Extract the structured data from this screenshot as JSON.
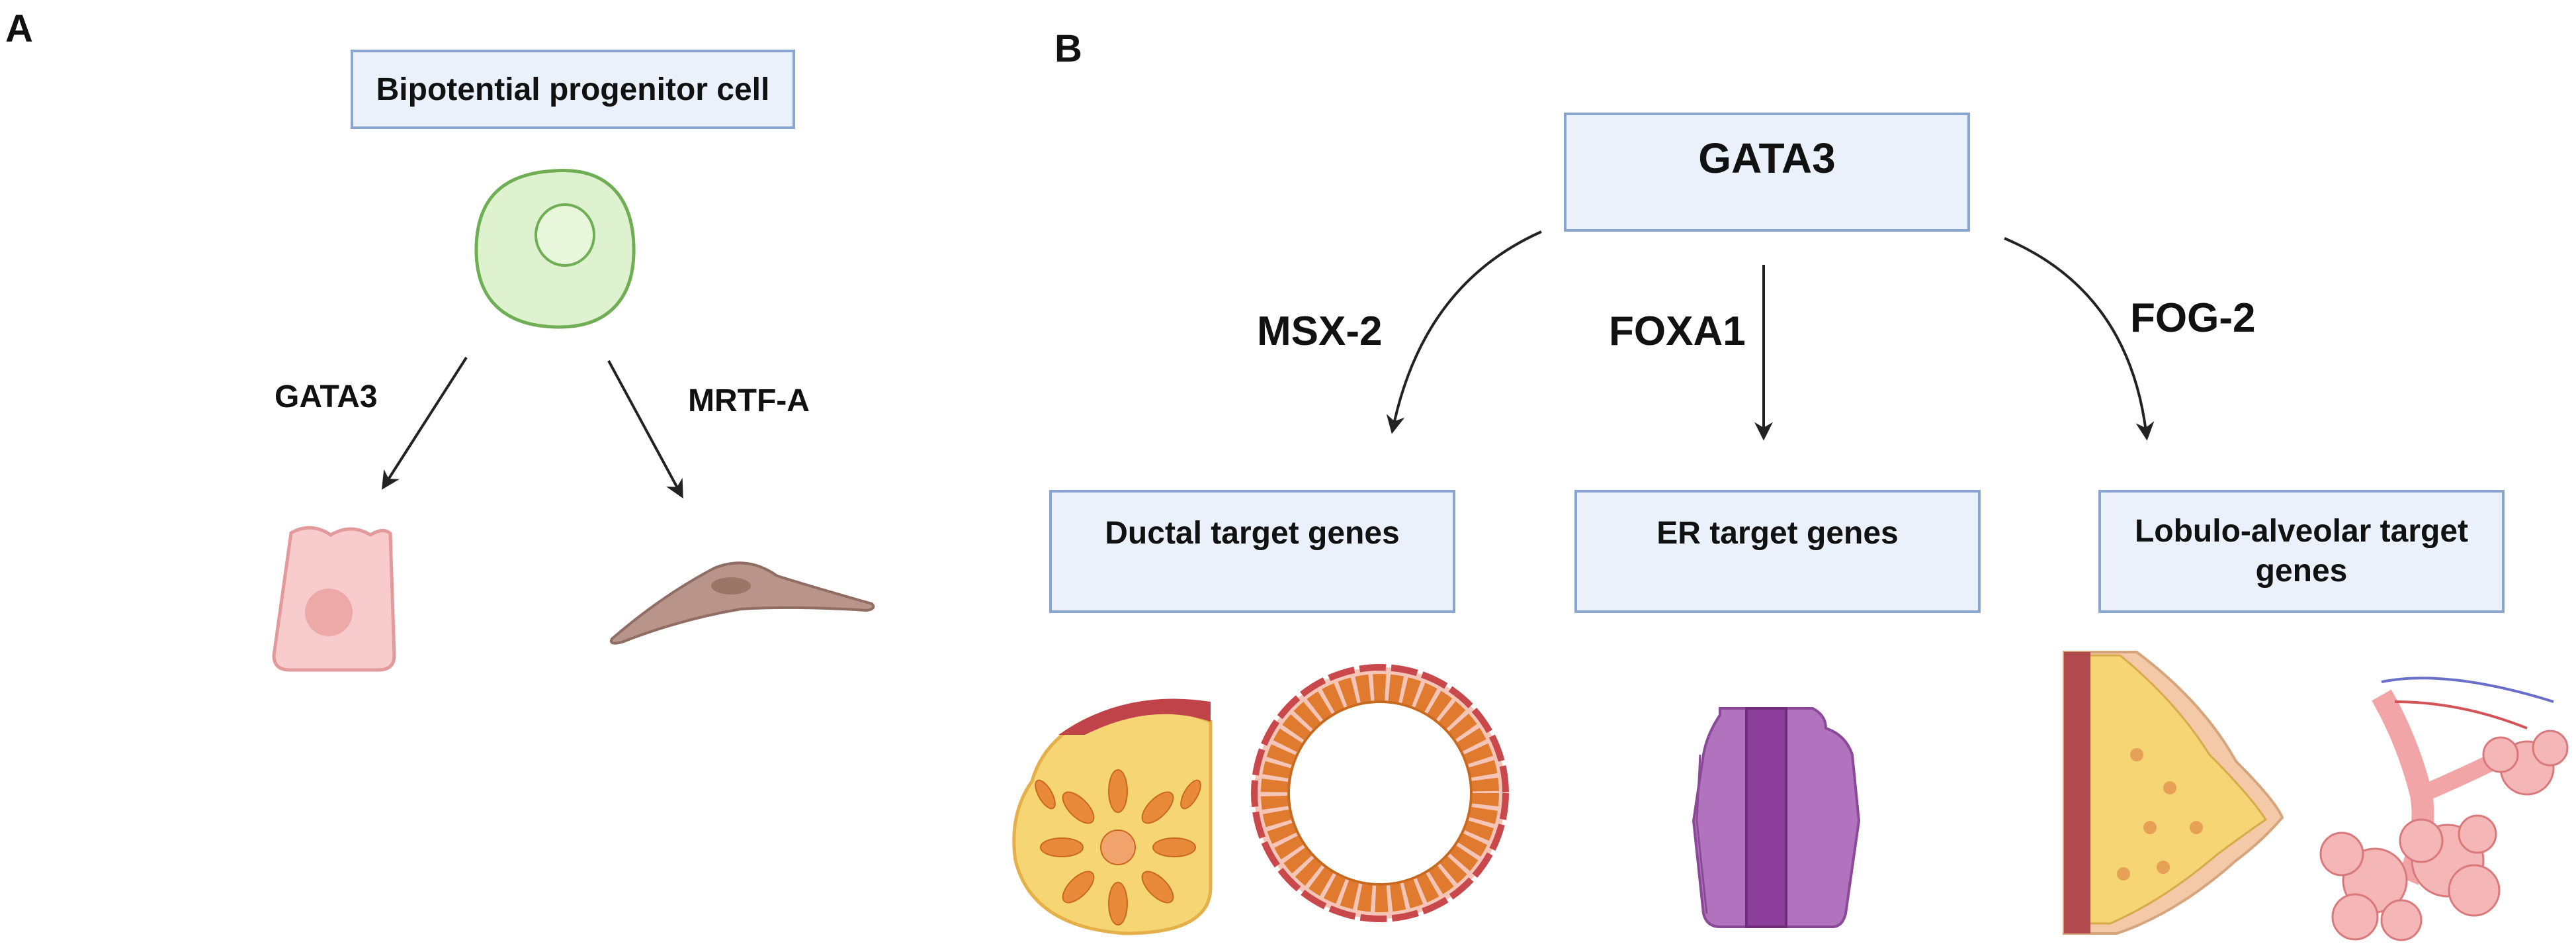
{
  "panel_a": {
    "letter": "A",
    "root": "Bipotential progenitor cell",
    "left_label": "GATA3",
    "right_label": "MRTF-A"
  },
  "panel_b": {
    "letter": "B",
    "root": "GATA3",
    "branch_labels": [
      "MSX-2",
      "FOXA1",
      "FOG-2"
    ],
    "targets": [
      "Ductal target genes",
      "ER target genes",
      "Lobulo-alveolar target genes"
    ]
  },
  "colors": {
    "box_fill": "#eaf1fb",
    "box_border": "#8aa6cf",
    "progenitor_cell": "#d9f0c8",
    "luminal_cell": "#f7c5c5",
    "myoepithelial_cell": "#b58f82",
    "receptor": "#9b59a8",
    "tissue_yellow": "#f6cf6a",
    "tissue_orange": "#e68a3a"
  }
}
